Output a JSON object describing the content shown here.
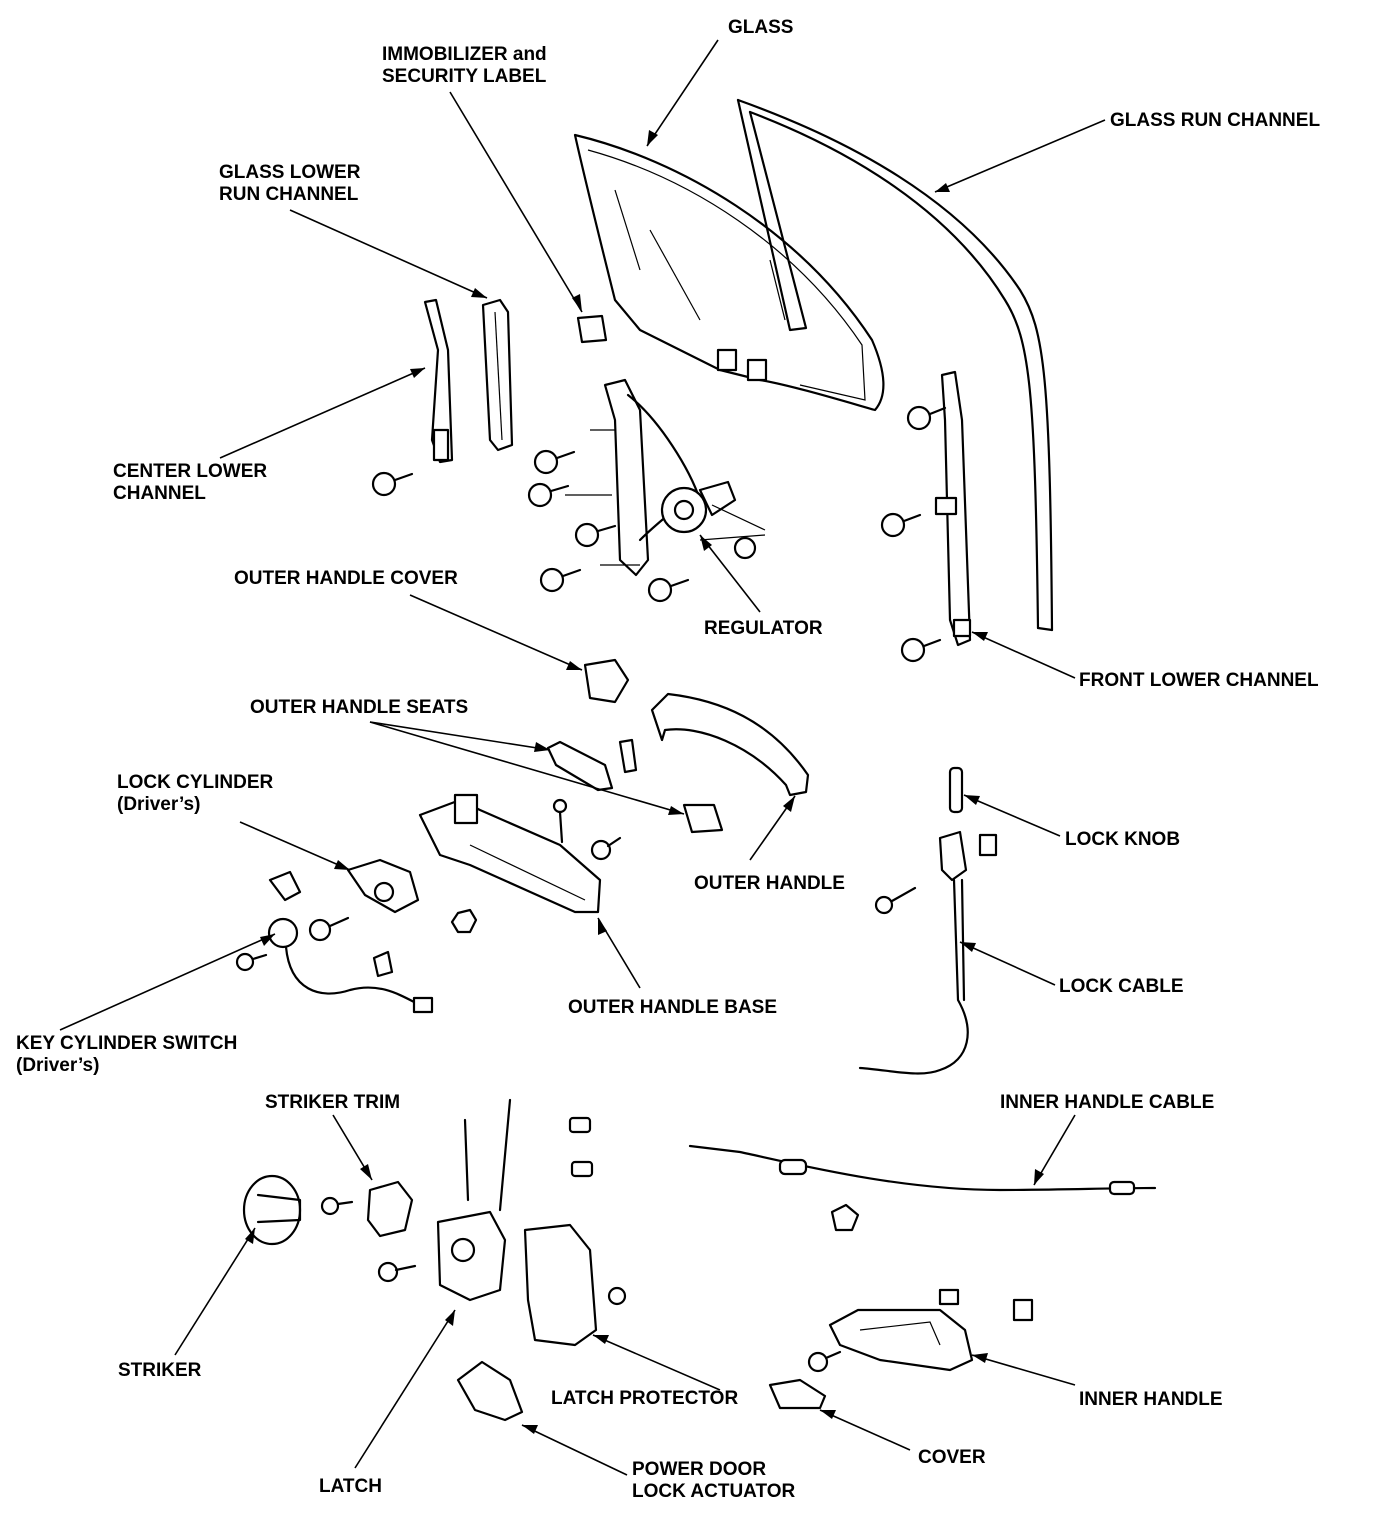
{
  "labels": {
    "glass": "GLASS",
    "immobilizer_1": "IMMOBILIZER and",
    "immobilizer_2": "SECURITY LABEL",
    "glass_run_channel": "GLASS RUN CHANNEL",
    "glass_lower_1": "GLASS LOWER",
    "glass_lower_2": "RUN CHANNEL",
    "center_lower_1": "CENTER LOWER",
    "center_lower_2": "CHANNEL",
    "outer_handle_cover": "OUTER HANDLE COVER",
    "regulator": "REGULATOR",
    "front_lower_channel": "FRONT LOWER CHANNEL",
    "outer_handle_seats": "OUTER HANDLE SEATS",
    "lock_cylinder_1": "LOCK CYLINDER",
    "lock_cylinder_2": "(Driver’s)",
    "lock_knob": "LOCK KNOB",
    "outer_handle": "OUTER HANDLE",
    "lock_cable": "LOCK CABLE",
    "outer_handle_base": "OUTER HANDLE BASE",
    "key_cyl_1": "KEY CYLINDER SWITCH",
    "key_cyl_2": "(Driver’s)",
    "striker_trim": "STRIKER TRIM",
    "inner_handle_cable": "INNER HANDLE CABLE",
    "striker": "STRIKER",
    "latch_protector": "LATCH PROTECTOR",
    "inner_handle": "INNER HANDLE",
    "cover": "COVER",
    "latch": "LATCH",
    "pdla_1": "POWER DOOR",
    "pdla_2": "LOCK ACTUATOR"
  }
}
